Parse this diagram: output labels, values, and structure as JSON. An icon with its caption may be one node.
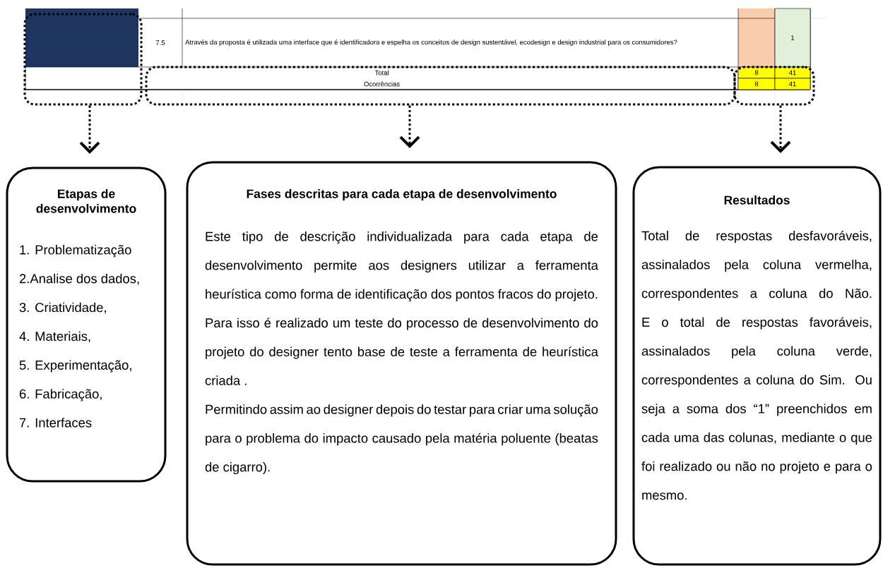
{
  "diagram": {
    "nodes": [
      {
        "text": [],
        "shape": "box"
      },
      {
        "text": [],
        "shape": "box"
      },
      {
        "text": [],
        "shape": "box"
      },
      {
        "text": [
          "Etapas de desenvolvimento",
          "1. Problematização",
          "2.Analise dos dados,",
          "3. Criatividade,",
          "4. Materiais,",
          "5. Experimentação,",
          "6. Fabricação,",
          "7. Interfaces"
        ]
      },
      {
        "text": [
          "Fases descritas para cada etapa de desenvolvimento",
          "Este tipo de descrição individualizada para cada etapa de desenvolvimento permite aos designers utilizar a ferramenta heurística como forma de identificação dos pontos fracos do projeto.",
          "Para isso é realizado um teste do processo de desenvolvimento do projeto do designer tento base de teste a ferramenta de heurística criada .",
          "Permitindo assim ao designer depois do testar para criar uma solução para o problema do impacto causado pela matéria poluente (beatas de cigarro)."
        ]
      },
      {
        "text": [
          "Resultados",
          "Total de respostas desfavoráveis, assinalados pela coluna vermelha, correspondentes a coluna do Não. E o total de respostas favoráveis, assinalados pela coluna verde, correspondentes a coluna do Sim. Ou seja a soma dos “1” preenchidos em cada uma das colunas, mediante o que foi realizado ou não no projeto e para o mesmo."
        ]
      }
    ],
    "edges": [
      {
        "from": 0,
        "to": 3,
        "arrow": "to",
        "style": "dashed"
      },
      {
        "from": 1,
        "to": 4,
        "arrow": "to",
        "style": "dashed"
      },
      {
        "from": 2,
        "to": 5,
        "arrow": "to",
        "style": "dashed"
      }
    ],
    "labels": [
      "7.5",
      "Através da proposta é utilizada uma interface que é identificadora e espelha os conceitos de design sustentável, ecodesign  e design industrial para os consumidores?",
      "1",
      "Total",
      "8",
      "41",
      "Ocorrências",
      "8",
      "41"
    ]
  }
}
